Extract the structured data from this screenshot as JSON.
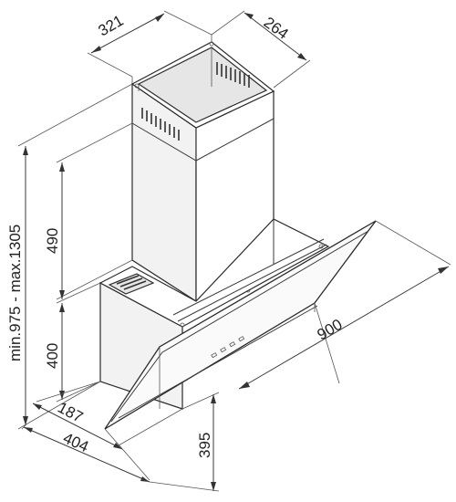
{
  "dimensions": {
    "chimney_width": "321",
    "chimney_depth": "264",
    "chimney_height": "490",
    "body_height": "400",
    "total_height": "min.975 - max.1305",
    "glass_width": "900",
    "body_depth": "187",
    "total_depth": "404",
    "glass_drop": "395"
  },
  "colors": {
    "line": "#2a2a2a",
    "background": "#ffffff"
  }
}
